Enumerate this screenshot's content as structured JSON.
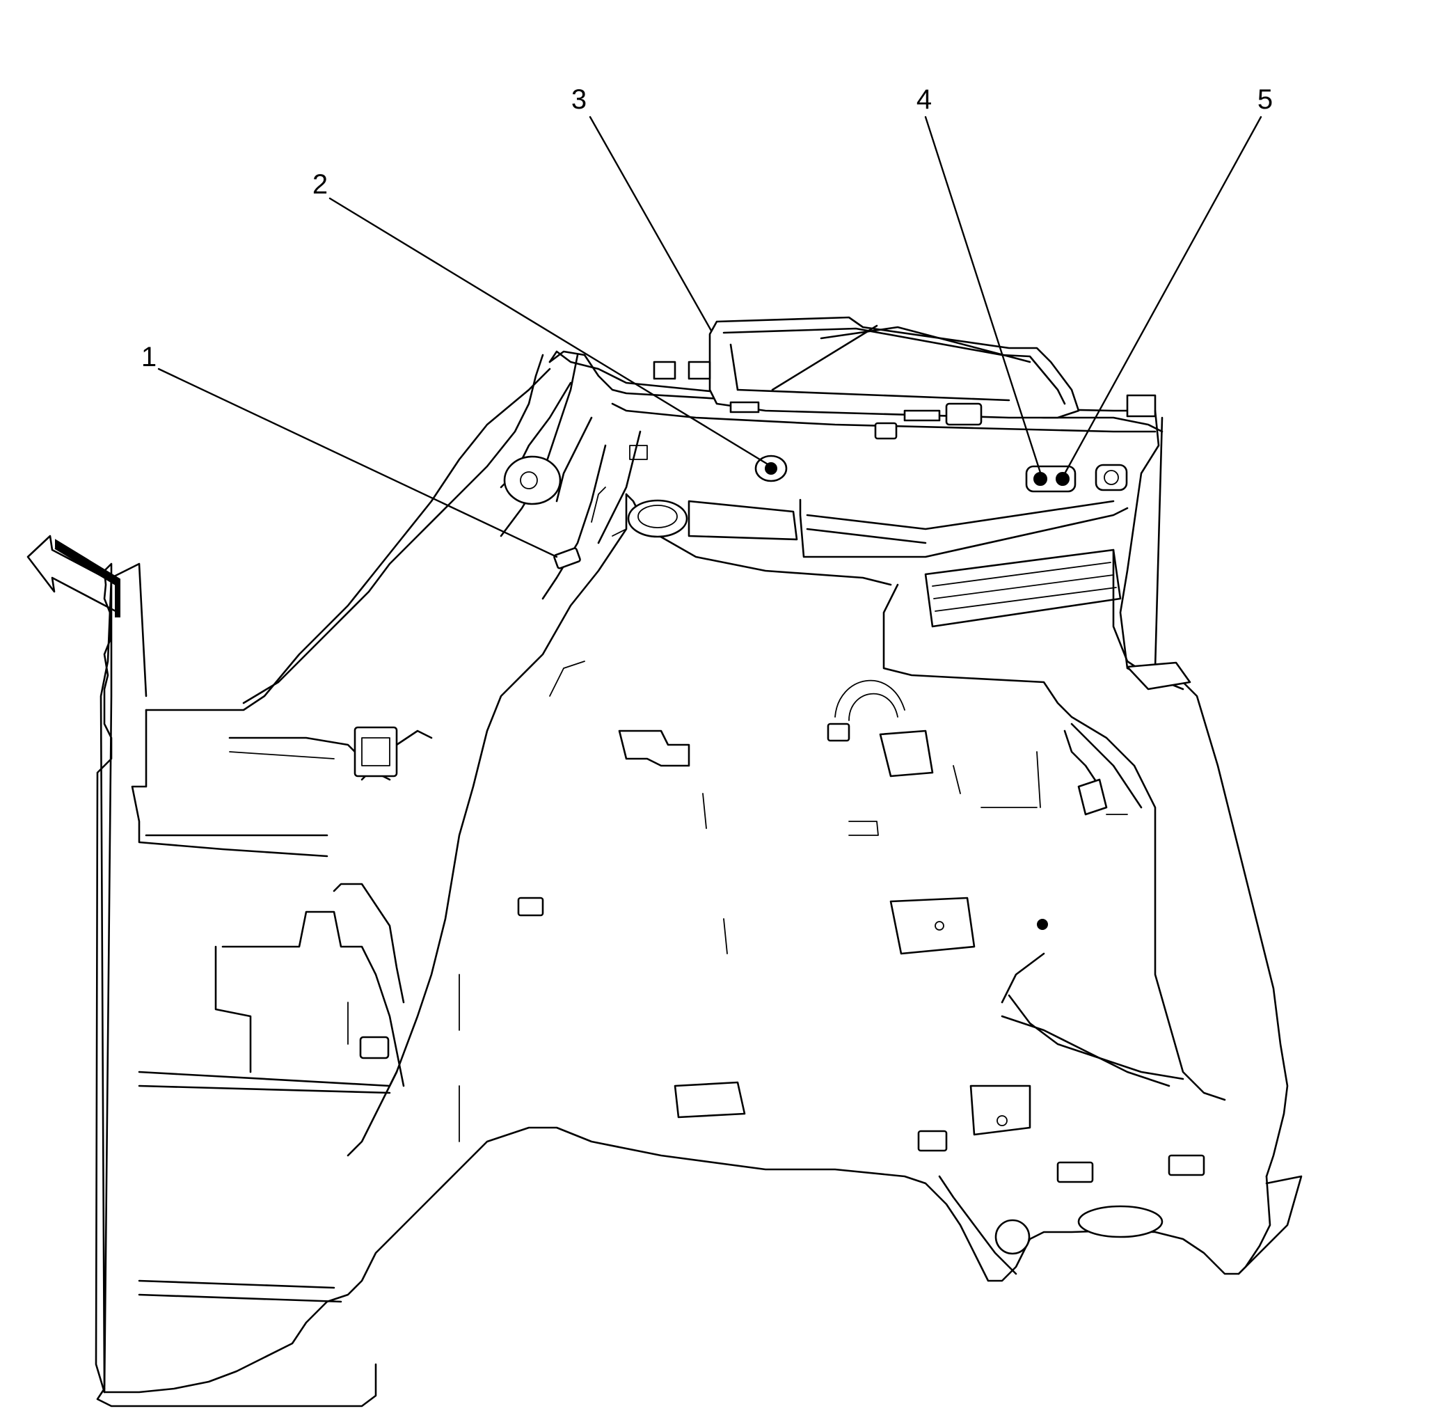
{
  "diagram": {
    "callouts": [
      {
        "id": "1",
        "label": "1"
      },
      {
        "id": "2",
        "label": "2"
      },
      {
        "id": "3",
        "label": "3"
      },
      {
        "id": "4",
        "label": "4"
      },
      {
        "id": "5",
        "label": "5"
      }
    ],
    "icons": {
      "direction_arrow": "front-direction-arrow-icon"
    },
    "colors": {
      "line": "#000000",
      "background": "#ffffff"
    }
  }
}
